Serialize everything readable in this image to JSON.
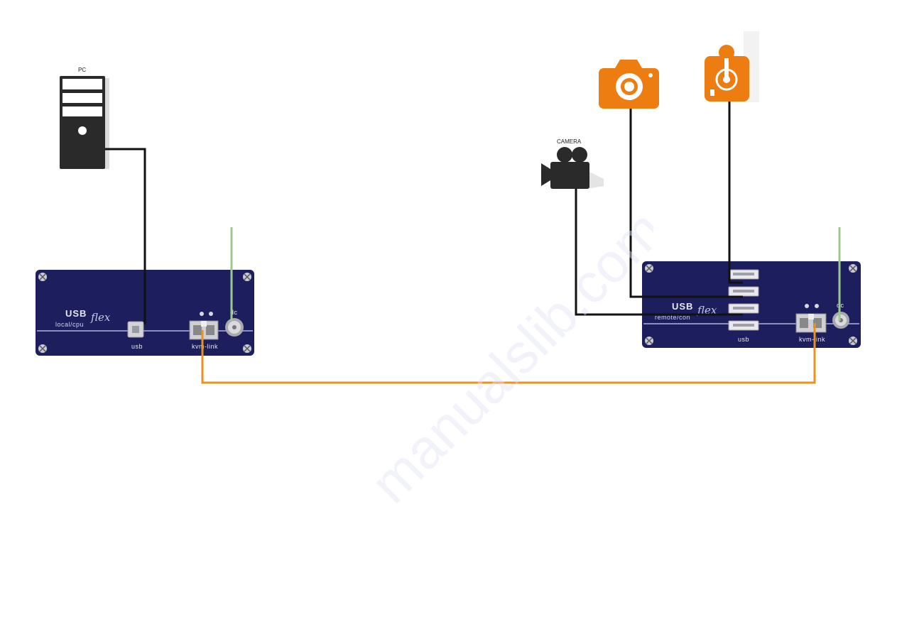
{
  "pc": {
    "label": "PC"
  },
  "camera": {
    "label": "CAMERA"
  },
  "local_unit": {
    "brand": "USB",
    "brand_suffix": "flex",
    "subtitle": "local/cpu",
    "port_usb": "usb",
    "port_link": "kvm-link",
    "port_dc": "dc"
  },
  "remote_unit": {
    "brand": "USB",
    "brand_suffix": "flex",
    "subtitle": "remote/con",
    "port_usb": "usb",
    "port_link": "kvm-link",
    "port_dc": "dc"
  },
  "watermark": {
    "text": "manualslib.com"
  },
  "colors": {
    "device_body": "#1d1e5e",
    "usb_cable": "#111111",
    "link_cable": "#e8921f",
    "power_cable": "#9bc98f",
    "icon_orange": "#ee7d11",
    "icon_dark": "#2a2a2a"
  }
}
